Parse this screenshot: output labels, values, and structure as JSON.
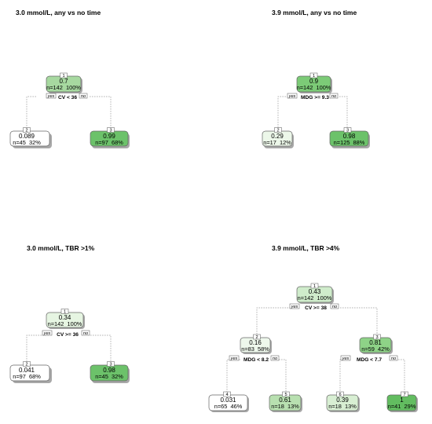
{
  "trees": [
    {
      "title": "3.0 mmol/L, any vs no time",
      "nodes": [
        {
          "id": "1",
          "value": "0.7",
          "counts": "n=142  100%",
          "fill": "#a7d9a0"
        },
        {
          "id": "2",
          "value": "0.089",
          "counts": "n=45  32%",
          "fill": "#ffffff"
        },
        {
          "id": "3",
          "value": "0.99",
          "counts": "n=97  68%",
          "fill": "#6cc26a"
        }
      ],
      "splits": [
        {
          "rule": "CV < 36",
          "yes": "yes",
          "no": "no"
        }
      ]
    },
    {
      "title": "3.9 mmol/L, any vs no time",
      "nodes": [
        {
          "id": "1",
          "value": "0.9",
          "counts": "n=142  100%",
          "fill": "#7ccb77"
        },
        {
          "id": "2",
          "value": "0.29",
          "counts": "n=17  12%",
          "fill": "#ecf7e9"
        },
        {
          "id": "3",
          "value": "0.98",
          "counts": "n=125  88%",
          "fill": "#6cc26a"
        }
      ],
      "splits": [
        {
          "rule": "MDG >= 9.3",
          "yes": "yes",
          "no": "no"
        }
      ]
    },
    {
      "title": "3.0 mmol/L, TBR >1%",
      "nodes": [
        {
          "id": "1",
          "value": "0.34",
          "counts": "n=142  100%",
          "fill": "#e6f5e2"
        },
        {
          "id": "2",
          "value": "0.041",
          "counts": "n=97  68%",
          "fill": "#ffffff"
        },
        {
          "id": "3",
          "value": "0.98",
          "counts": "n=45  32%",
          "fill": "#6cc26a"
        }
      ],
      "splits": [
        {
          "rule": "CV >= 36",
          "yes": "yes",
          "no": "no"
        }
      ]
    },
    {
      "title": "3.9 mmol/L, TBR >4%",
      "nodes": [
        {
          "id": "1",
          "value": "0.43",
          "counts": "n=142  100%",
          "fill": "#cfeccb"
        },
        {
          "id": "2",
          "value": "0.16",
          "counts": "n=83  58%",
          "fill": "#eef8ec"
        },
        {
          "id": "3",
          "value": "0.81",
          "counts": "n=59  42%",
          "fill": "#8ed387"
        },
        {
          "id": "4",
          "value": "0.031",
          "counts": "n=65  46%",
          "fill": "#ffffff"
        },
        {
          "id": "5",
          "value": "0.61",
          "counts": "n=18  13%",
          "fill": "#b8e0b0"
        },
        {
          "id": "6",
          "value": "0.39",
          "counts": "n=18  13%",
          "fill": "#d8efd3"
        },
        {
          "id": "7",
          "value": "1",
          "counts": "n=41  29%",
          "fill": "#62bd60"
        }
      ],
      "splits": [
        {
          "rule": "CV >= 38",
          "yes": "yes",
          "no": "no"
        },
        {
          "rule": "MDG < 8.2",
          "yes": "yes",
          "no": "no"
        },
        {
          "rule": "MDG < 7.7",
          "yes": "yes",
          "no": "no"
        }
      ]
    }
  ]
}
